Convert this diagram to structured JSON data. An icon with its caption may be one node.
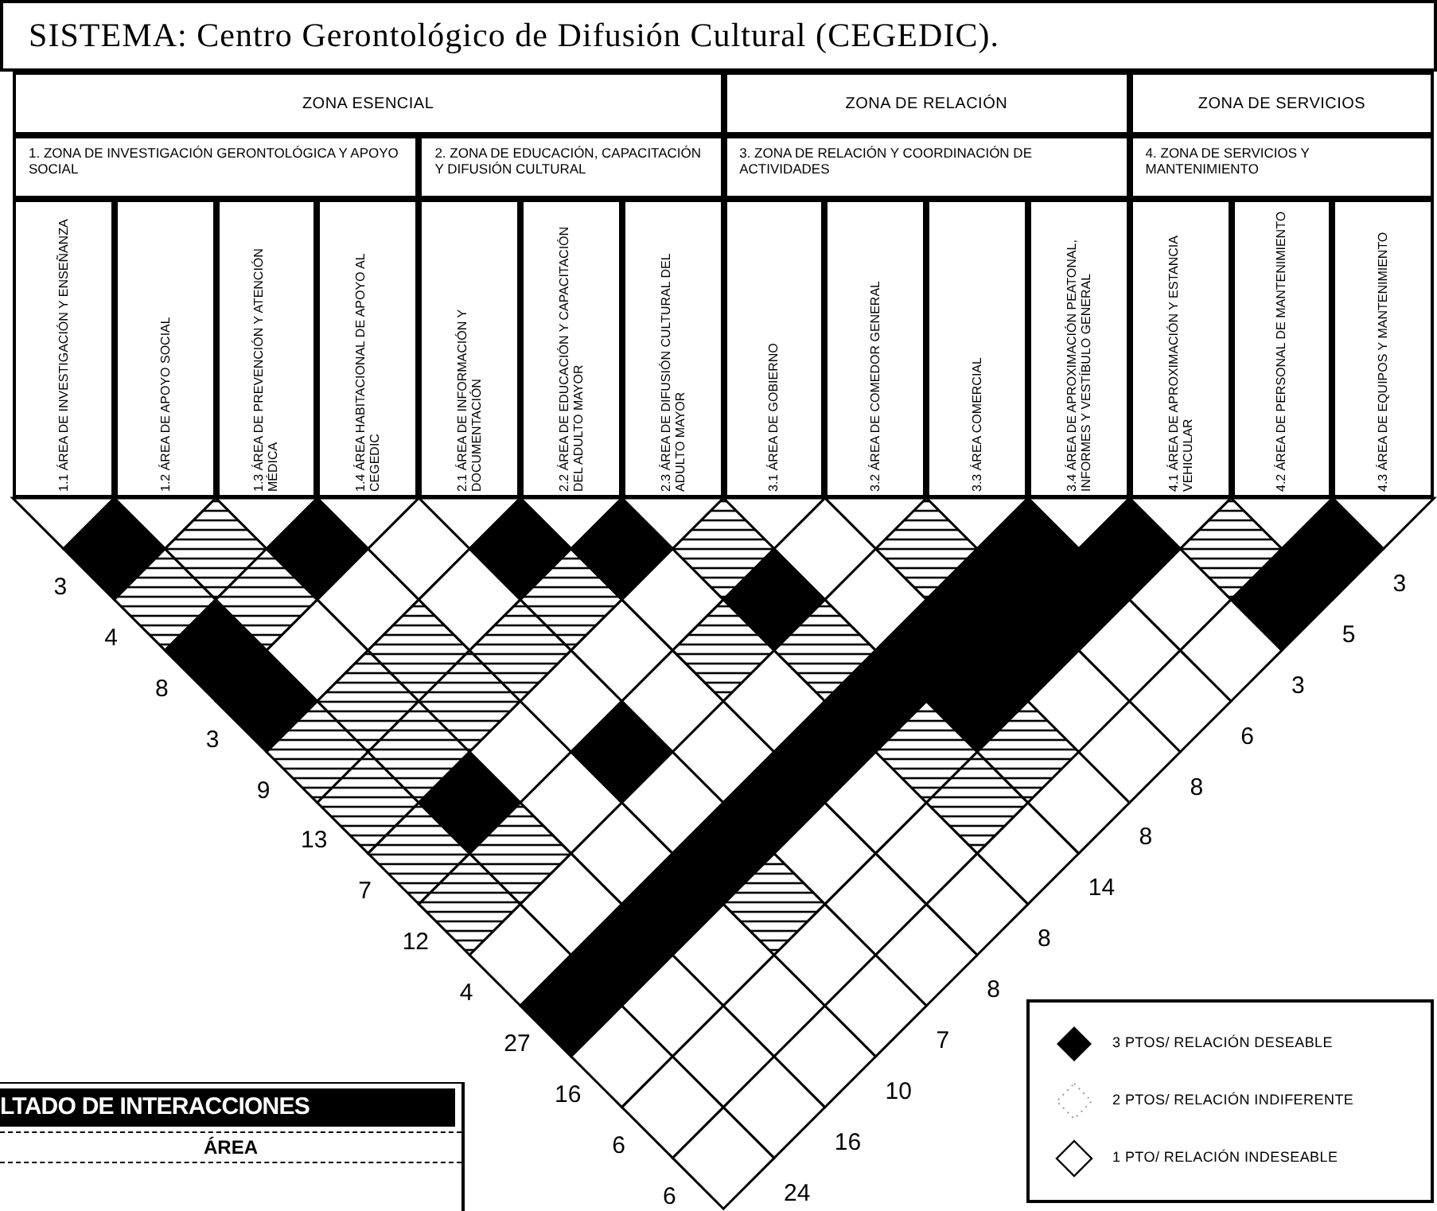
{
  "diagram": {
    "title": "SISTEMA: Centro Gerontológico de Difusión Cultural (CEGEDIC).",
    "nodes": [
      {
        "text": [
          "ZONA ESENCIAL"
        ]
      },
      {
        "text": [
          "ZONA DE RELACIÓN"
        ]
      },
      {
        "text": [
          "ZONA DE SERVICIOS"
        ]
      },
      {
        "text": [
          "1. ZONA DE INVESTIGACIÓN GERONTOLÓGICA Y APOYO SOCIAL"
        ]
      },
      {
        "text": [
          "2. ZONA DE EDUCACIÓN, CAPACITACIÓN Y DIFUSIÓN CULTURAL"
        ]
      },
      {
        "text": [
          "3. ZONA DE RELACIÓN Y COORDINACIÓN DE ACTIVIDADES"
        ]
      },
      {
        "text": [
          "4. ZONA DE SERVICIOS Y MANTENIMIENTO"
        ]
      },
      {
        "text": [
          "1.1 ÁREA DE INVESTIGACIÓN Y ENSEÑANZA"
        ]
      },
      {
        "text": [
          "1.2 ÁREA DE APOYO SOCIAL"
        ]
      },
      {
        "text": [
          "1.3 ÁREA DE PREVENCIÓN Y ATENCIÓN MÉDICA"
        ]
      },
      {
        "text": [
          "1.4 ÁREA HABITACIONAL DE APOYO AL CEGEDIC"
        ]
      },
      {
        "text": [
          "2.1 ÁREA DE INFORMACIÓN Y DOCUMENTACIÓN"
        ]
      },
      {
        "text": [
          "2.2 ÁREA DE EDUCACIÓN Y CAPACITACIÓN DEL ADULTO MAYOR"
        ]
      },
      {
        "text": [
          "2.3 ÁREA DE DIFUSIÓN CULTURAL DEL ADULTO MAYOR"
        ]
      },
      {
        "text": [
          "3.1 ÁREA DE GOBIERNO"
        ]
      },
      {
        "text": [
          "3.2 ÁREA DE COMEDOR GENERAL"
        ]
      },
      {
        "text": [
          "3.3 ÁREA COMERCIAL"
        ]
      },
      {
        "text": [
          "3.4 ÁREA DE APROXIMACIÓN PEATONAL, INFORMES Y VESTÍBULO GENERAL"
        ]
      },
      {
        "text": [
          "4.1 ÁREA DE APROXIMACIÓN Y ESTANCIA VEHICULAR"
        ]
      },
      {
        "text": [
          "4.2 ÁREA DE PERSONAL DE MANTENIMIENTO"
        ]
      },
      {
        "text": [
          "4.3 ÁREA DE EQUIPOS Y MANTENIMIENTO"
        ]
      }
    ],
    "labels": [
      "3",
      "4",
      "8",
      "3",
      "9",
      "13",
      "7",
      "12",
      "4",
      "27",
      "16",
      "6",
      "6",
      "3",
      "5",
      "3",
      "6",
      "8",
      "8",
      "14",
      "8",
      "8",
      "7",
      "10",
      "16",
      "24",
      "LTADO DE INTERACCIONES",
      "ÁREA"
    ],
    "legend": [
      {
        "text": "3 PTOS/ RELACIÓN DESEABLE"
      },
      {
        "text": "2 PTOS/ RELACIÓN INDIFERENTE"
      },
      {
        "text": "1 PTO/ RELACIÓN INDESEABLE"
      }
    ]
  }
}
